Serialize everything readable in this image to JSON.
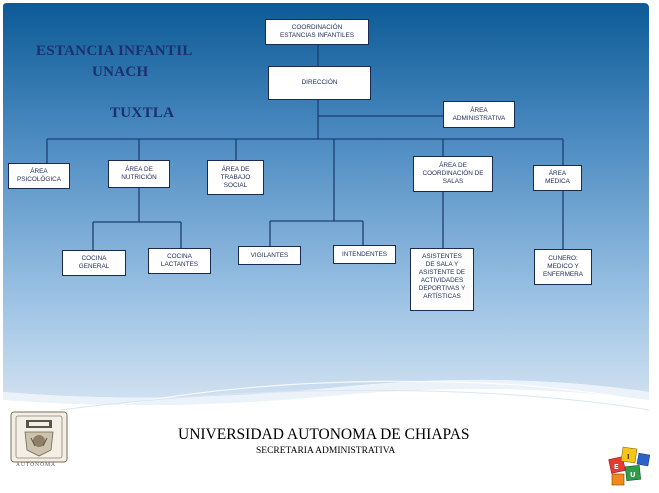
{
  "title": {
    "line1": "ESTANCIA INFANTIL",
    "line2": "UNACH",
    "line3": "TUXTLA"
  },
  "nodes": {
    "coordinacion": "COORDINACIÓN\nESTANCIAS INFANTILES",
    "direccion": "DIRECCIÓN",
    "area_administrativa": "ÁREA\nADMINISTRATIVA",
    "area_psicologica": "ÁREA\nPSICOLÓGICA",
    "area_nutricion": "ÁREA DE\nNUTRICIÓN",
    "area_trabajo_social": "ÁREA DE\nTRABAJO\nSOCIAL",
    "area_coordinacion_salas": "ÁREA DE\nCOORDINACIÓN DE\nSALAS",
    "area_medica": "ÁREA\nMEDICA",
    "cocina_general": "COCINA\nGENERAL",
    "cocina_lactantes": "COCINA\nLACTANTES",
    "vigilantes": "VIGILANTES",
    "intendentes": "INTENDENTES",
    "asistentes": "ASISTENTES\nDE SALA   Y\nASISTENTE DE\nACTIVIDADES\nDEPORTIVAS Y\nARTÍSTICAS",
    "cunero": "CUNERO:\nMEDICO  Y\nENFERMERA"
  },
  "footer": {
    "university": "UNIVERSIDAD AUTONOMA DE CHIAPAS",
    "department": "SECRETARIA ADMINISTRATIVA",
    "logo_label": "AUTONOMA"
  },
  "colors": {
    "sky_top": "#0c5a96",
    "sky_bottom": "#b9d3ea",
    "title_text": "#1d2f6e",
    "connector": "#1d3f73"
  },
  "icons": {
    "left_logo": "unach-seal-logo",
    "right_logo": "eiu-blocks-logo"
  }
}
